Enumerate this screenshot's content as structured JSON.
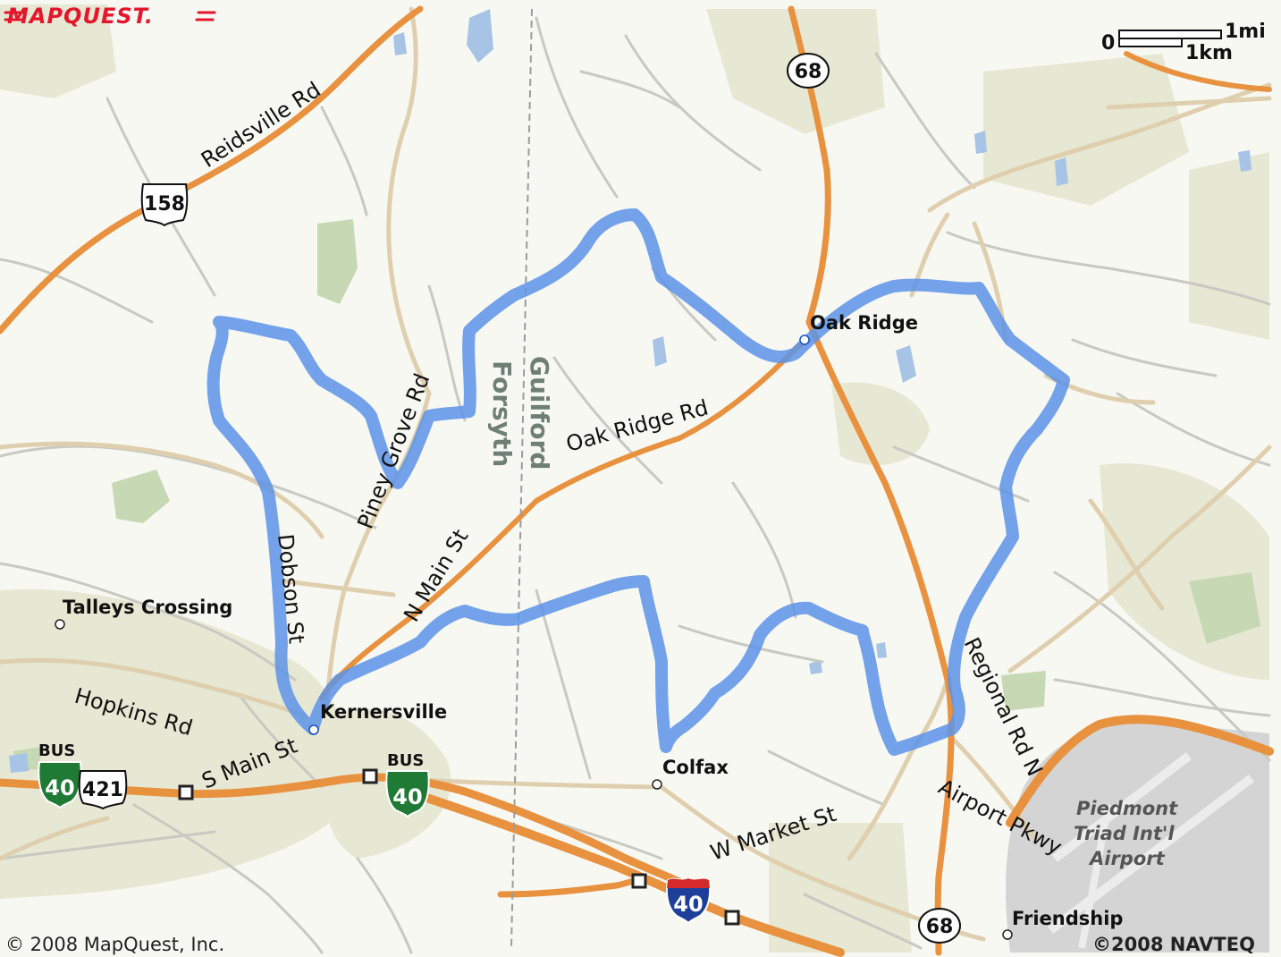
{
  "branding": {
    "logo_text": "MAPQUEST.",
    "copyright": "© 2008 MapQuest, Inc.",
    "data_copyright": "©2008 NAVTEQ"
  },
  "scale_bar": {
    "zero": "0",
    "miles_label": "1mi",
    "km_label": "1km"
  },
  "roads": {
    "reidsville_rd": "Reidsville Rd",
    "oak_ridge_rd": "Oak Ridge Rd",
    "piney_grove_rd": "Piney Grove Rd",
    "n_main_st": "N Main St",
    "dobson_st": "Dobson St",
    "hopkins_rd": "Hopkins Rd",
    "s_main_st": "S Main St",
    "w_market_st": "W Market St",
    "regional_rd_n": "Regional Rd N",
    "airport_pkwy": "Airport Pkwy"
  },
  "counties": {
    "west": "Forsyth",
    "east": "Guilford"
  },
  "places": {
    "oak_ridge": "Oak Ridge",
    "talleys_crossing": "Talleys Crossing",
    "kernersville": "Kernersville",
    "colfax": "Colfax",
    "friendship": "Friendship"
  },
  "airport": {
    "line1": "Piedmont",
    "line2": "Triad Int'l",
    "line3": "Airport"
  },
  "shields": {
    "us158": "158",
    "nc68_north": "68",
    "nc68_south": "68",
    "bus40_west_tag": "BUS",
    "bus40_west_num": "40",
    "us421": "421",
    "bus40_east_tag": "BUS",
    "bus40_east_num": "40",
    "i40": "40"
  },
  "colors": {
    "background": "#f8f8f3",
    "urban": "#e6e8d3",
    "park": "#c7d8b4",
    "water": "#a7c3e6",
    "major_road": "#e8913f",
    "minor_road": "#c9c9c3",
    "route": "#5c93e8",
    "interstate_blue": "#1d3f9a",
    "interstate_red": "#d42a2a",
    "bus_green": "#1f7a35"
  }
}
